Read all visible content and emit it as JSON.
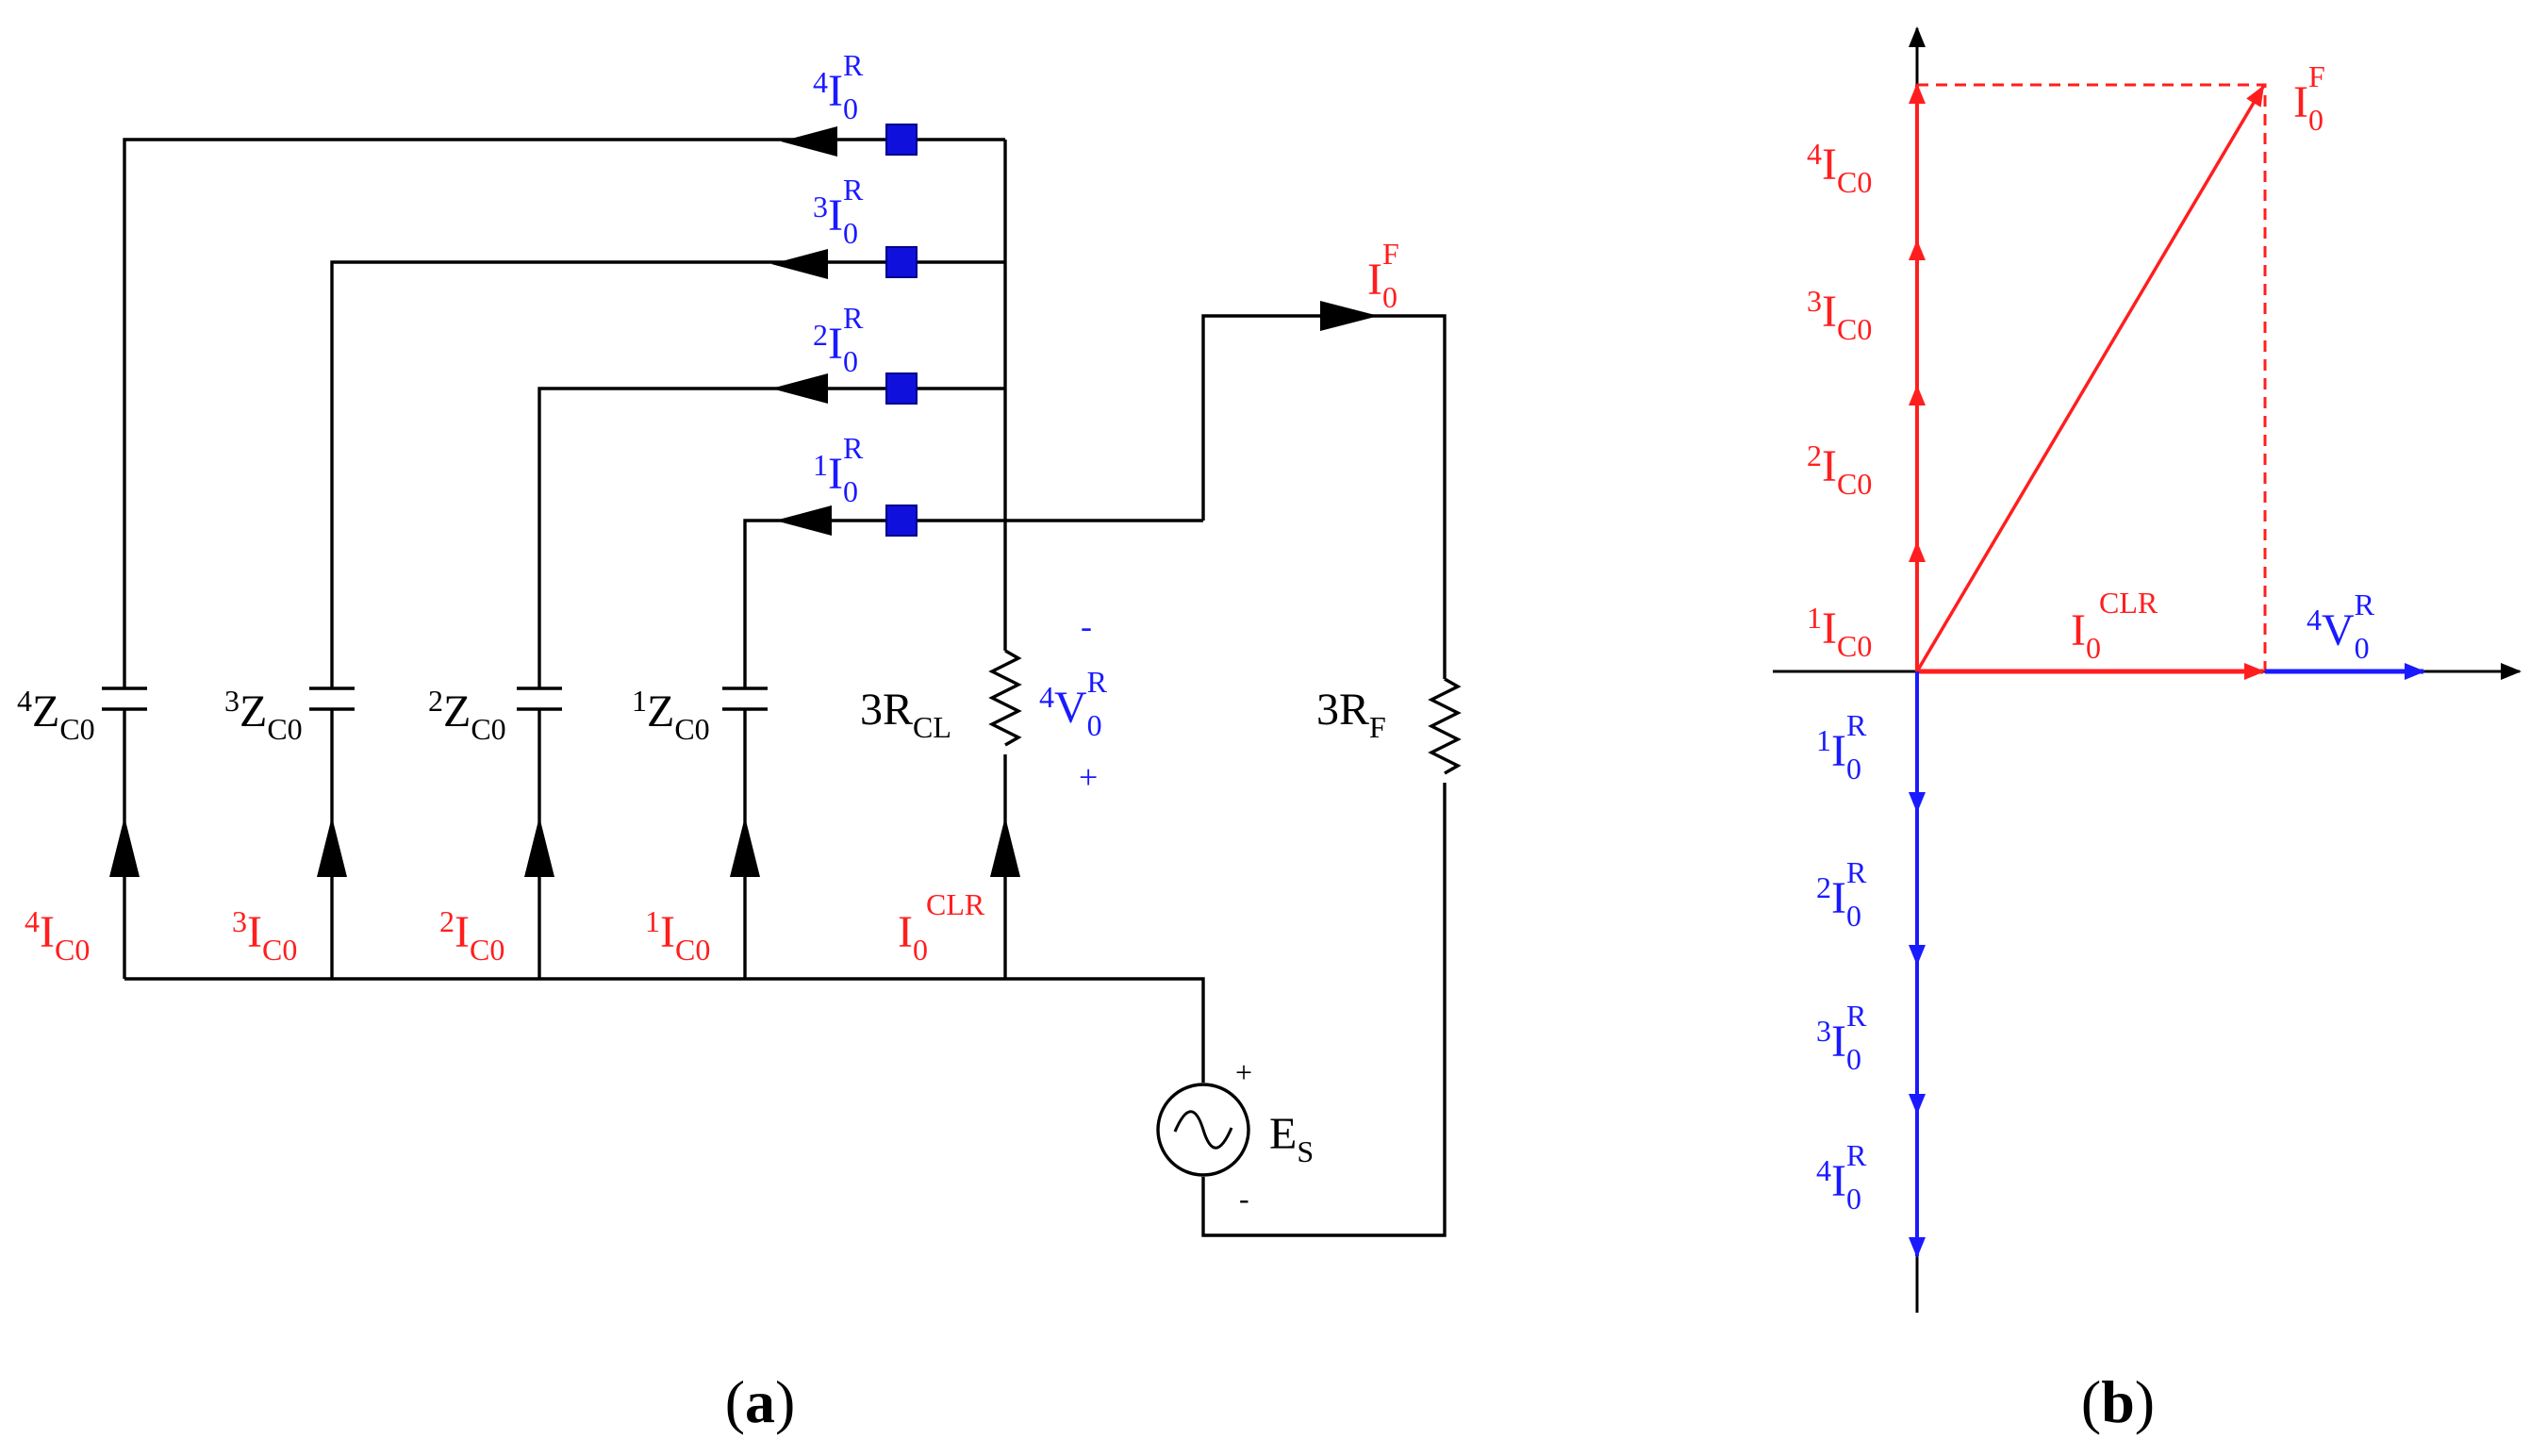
{
  "panels": {
    "a": {
      "caption_letter": "a"
    },
    "b": {
      "caption_letter": "b"
    }
  },
  "colors": {
    "wire": "#000000",
    "red": "#ff1e1e",
    "blue": "#1a1aff",
    "meter": "#1010dd"
  },
  "circuit": {
    "feeders": [
      {
        "pre": "1",
        "z_main": "Z",
        "z_sub": "C0",
        "ic_main": "I",
        "ic_sub": "C0",
        "ir_main": "I",
        "ir_sub": "0",
        "ir_sup": "R"
      },
      {
        "pre": "2",
        "z_main": "Z",
        "z_sub": "C0",
        "ic_main": "I",
        "ic_sub": "C0",
        "ir_main": "I",
        "ir_sub": "0",
        "ir_sup": "R"
      },
      {
        "pre": "3",
        "z_main": "Z",
        "z_sub": "C0",
        "ic_main": "I",
        "ic_sub": "C0",
        "ir_main": "I",
        "ir_sub": "0",
        "ir_sup": "R"
      },
      {
        "pre": "4",
        "z_main": "Z",
        "z_sub": "C0",
        "ic_main": "I",
        "ic_sub": "C0",
        "ir_main": "I",
        "ir_sub": "0",
        "ir_sup": "R"
      }
    ],
    "rcl": {
      "main": "3R",
      "sub": "CL"
    },
    "rf": {
      "main": "3R",
      "sub": "F"
    },
    "v4": {
      "pre": "4",
      "main": "V",
      "sub": "0",
      "sup": "R",
      "minus": "-",
      "plus": "+"
    },
    "iclr": {
      "main": "I",
      "sub": "0",
      "sup": "CLR"
    },
    "if": {
      "main": "I",
      "sub": "0",
      "sup": "F"
    },
    "source": {
      "main": "E",
      "sub": "S",
      "plus": "+",
      "minus": "-"
    }
  },
  "phasor": {
    "ic_labels": [
      {
        "pre": "1",
        "main": "I",
        "sub": "C0"
      },
      {
        "pre": "2",
        "main": "I",
        "sub": "C0"
      },
      {
        "pre": "3",
        "main": "I",
        "sub": "C0"
      },
      {
        "pre": "4",
        "main": "I",
        "sub": "C0"
      }
    ],
    "ir_labels": [
      {
        "pre": "1",
        "main": "I",
        "sub": "0",
        "sup": "R"
      },
      {
        "pre": "2",
        "main": "I",
        "sub": "0",
        "sup": "R"
      },
      {
        "pre": "3",
        "main": "I",
        "sub": "0",
        "sup": "R"
      },
      {
        "pre": "4",
        "main": "I",
        "sub": "0",
        "sup": "R"
      }
    ],
    "iclr": {
      "main": "I",
      "sub": "0",
      "sup": "CLR"
    },
    "if": {
      "main": "I",
      "sub": "0",
      "sup": "F"
    },
    "v4": {
      "pre": "4",
      "main": "V",
      "sub": "0",
      "sup": "R"
    }
  }
}
